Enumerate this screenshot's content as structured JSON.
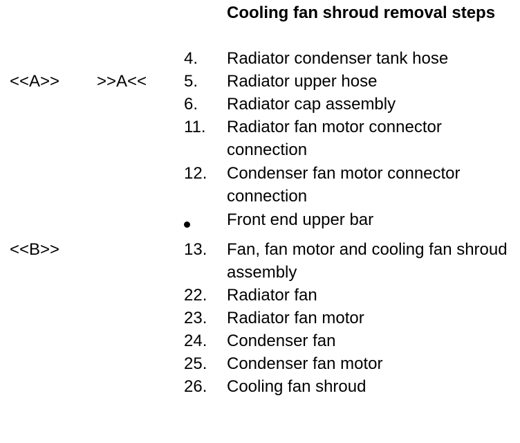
{
  "title": "Cooling fan shroud removal steps",
  "steps": [
    {
      "col_a": "",
      "col_b": "",
      "number": "4.",
      "bullet": false,
      "text": "Radiator condenser tank hose"
    },
    {
      "col_a": "<<A>>",
      "col_b": ">>A<<",
      "number": "5.",
      "bullet": false,
      "text": "Radiator upper hose"
    },
    {
      "col_a": "",
      "col_b": "",
      "number": "6.",
      "bullet": false,
      "text": "Radiator cap assembly"
    },
    {
      "col_a": "",
      "col_b": "",
      "number": "11.",
      "bullet": false,
      "text": "Radiator fan motor connector connection"
    },
    {
      "col_a": "",
      "col_b": "",
      "number": "12.",
      "bullet": false,
      "text": "Condenser fan motor connector connection"
    },
    {
      "col_a": "",
      "col_b": "",
      "number": "",
      "bullet": true,
      "text": "Front end upper bar"
    },
    {
      "col_a": "<<B>>",
      "col_b": "",
      "number": "13.",
      "bullet": false,
      "text": "Fan, fan motor and cooling fan shroud assembly"
    },
    {
      "col_a": "",
      "col_b": "",
      "number": "22.",
      "bullet": false,
      "text": "Radiator fan"
    },
    {
      "col_a": "",
      "col_b": "",
      "number": "23.",
      "bullet": false,
      "text": "Radiator fan motor"
    },
    {
      "col_a": "",
      "col_b": "",
      "number": "24.",
      "bullet": false,
      "text": "Condenser fan"
    },
    {
      "col_a": "",
      "col_b": "",
      "number": "25.",
      "bullet": false,
      "text": "Condenser fan motor"
    },
    {
      "col_a": "",
      "col_b": "",
      "number": "26.",
      "bullet": false,
      "text": "Cooling fan shroud"
    }
  ]
}
